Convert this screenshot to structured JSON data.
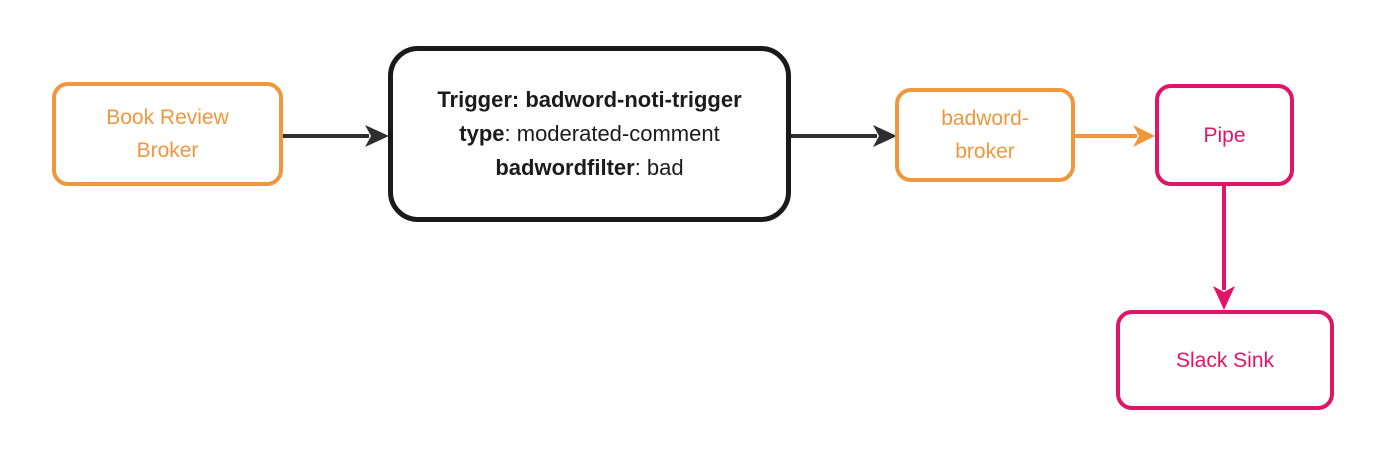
{
  "colors": {
    "orange": "#F0973D",
    "pink": "#DF1567",
    "black": "#1A1A1A",
    "arrow_dark": "#2E2E2E",
    "background": "#FFFFFF"
  },
  "nodes": {
    "book_review_broker": {
      "line1": "Book Review",
      "line2": "Broker"
    },
    "trigger": {
      "line1": "Trigger: badword-noti-trigger",
      "line2_key": "type",
      "line2_rest": ": moderated-comment",
      "line3_key": "badwordfilter",
      "line3_rest": ": bad"
    },
    "badword_broker": {
      "line1": "badword-",
      "line2": "broker"
    },
    "pipe": {
      "label": "Pipe"
    },
    "slack_sink": {
      "label": "Slack Sink"
    }
  }
}
